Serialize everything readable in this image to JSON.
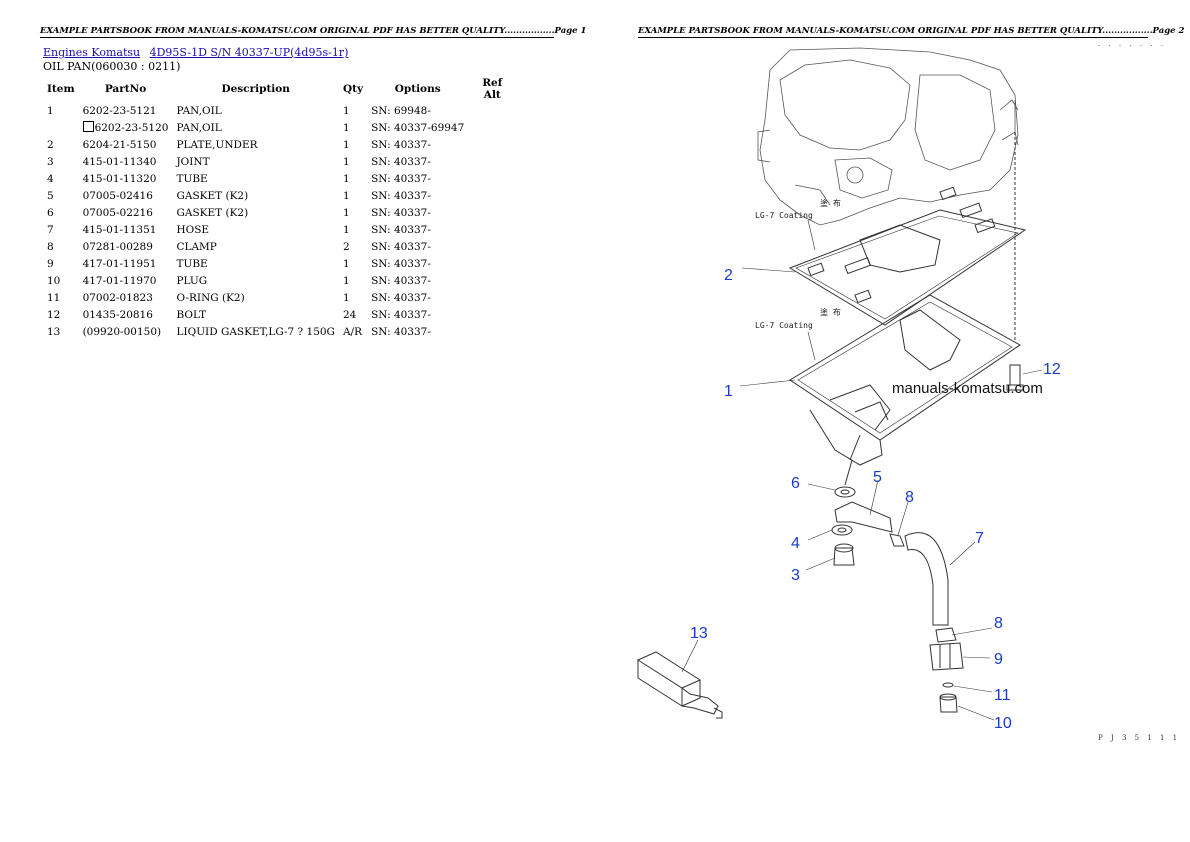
{
  "header": {
    "page1": "EXAMPLE PARTSBOOK FROM MANUALS-KOMATSU.COM ORIGINAL PDF HAS BETTER QUALITY.................Page 1",
    "page2": "EXAMPLE PARTSBOOK FROM MANUALS-KOMATSU.COM ORIGINAL PDF HAS BETTER QUALITY.................Page 2",
    "dots": ". . . . . . ."
  },
  "breadcrumb": {
    "link1": "Engines Komatsu",
    "link2": "4D95S-1D S/N 40337-UP(4d95s-1r)"
  },
  "subtitle": "OIL PAN(060030 : 0211)",
  "table": {
    "headers": [
      "Item",
      "PartNo",
      "Description",
      "Qty",
      "Options",
      "Ref Alt"
    ],
    "rows": [
      {
        "item": "1",
        "partno": "6202-23-5121",
        "desc": "PAN,OIL",
        "qty": "1",
        "opt": "SN: 69948-",
        "alt": false
      },
      {
        "item": "",
        "partno": "6202-23-5120",
        "desc": "PAN,OIL",
        "qty": "1",
        "opt": "SN: 40337-69947",
        "alt": true
      },
      {
        "item": "2",
        "partno": "6204-21-5150",
        "desc": "PLATE,UNDER",
        "qty": "1",
        "opt": "SN: 40337-",
        "alt": false
      },
      {
        "item": "3",
        "partno": "415-01-11340",
        "desc": "JOINT",
        "qty": "1",
        "opt": "SN: 40337-",
        "alt": false
      },
      {
        "item": "4",
        "partno": "415-01-11320",
        "desc": "TUBE",
        "qty": "1",
        "opt": "SN: 40337-",
        "alt": false
      },
      {
        "item": "5",
        "partno": "07005-02416",
        "desc": "GASKET (K2)",
        "qty": "1",
        "opt": "SN: 40337-",
        "alt": false
      },
      {
        "item": "6",
        "partno": "07005-02216",
        "desc": "GASKET (K2)",
        "qty": "1",
        "opt": "SN: 40337-",
        "alt": false
      },
      {
        "item": "7",
        "partno": "415-01-11351",
        "desc": "HOSE",
        "qty": "1",
        "opt": "SN: 40337-",
        "alt": false
      },
      {
        "item": "8",
        "partno": "07281-00289",
        "desc": "CLAMP",
        "qty": "2",
        "opt": "SN: 40337-",
        "alt": false
      },
      {
        "item": "9",
        "partno": "417-01-11951",
        "desc": "TUBE",
        "qty": "1",
        "opt": "SN: 40337-",
        "alt": false
      },
      {
        "item": "10",
        "partno": "417-01-11970",
        "desc": "PLUG",
        "qty": "1",
        "opt": "SN: 40337-",
        "alt": false
      },
      {
        "item": "11",
        "partno": "07002-01823",
        "desc": "O-RING (K2)",
        "qty": "1",
        "opt": "SN: 40337-",
        "alt": false
      },
      {
        "item": "12",
        "partno": "01435-20816",
        "desc": "BOLT",
        "qty": "24",
        "opt": "SN: 40337-",
        "alt": false
      },
      {
        "item": "13",
        "partno": "(09920-00150)",
        "desc": "LIQUID GASKET,LG-7 ? 150G",
        "qty": "A/R",
        "opt": "SN: 40337-",
        "alt": false
      }
    ]
  },
  "diagram": {
    "watermark": "manuals-komatsu.com",
    "coating1": "LG-7 Coating",
    "coating2": "LG-7 Coating",
    "kanji1": "塗 布",
    "kanji2": "塗 布",
    "code": "P J 3 5 1 1 1",
    "callouts": [
      "1",
      "2",
      "3",
      "4",
      "5",
      "6",
      "7",
      "8",
      "8",
      "9",
      "10",
      "11",
      "12",
      "13"
    ],
    "callout_color": "#1a3cc8"
  }
}
